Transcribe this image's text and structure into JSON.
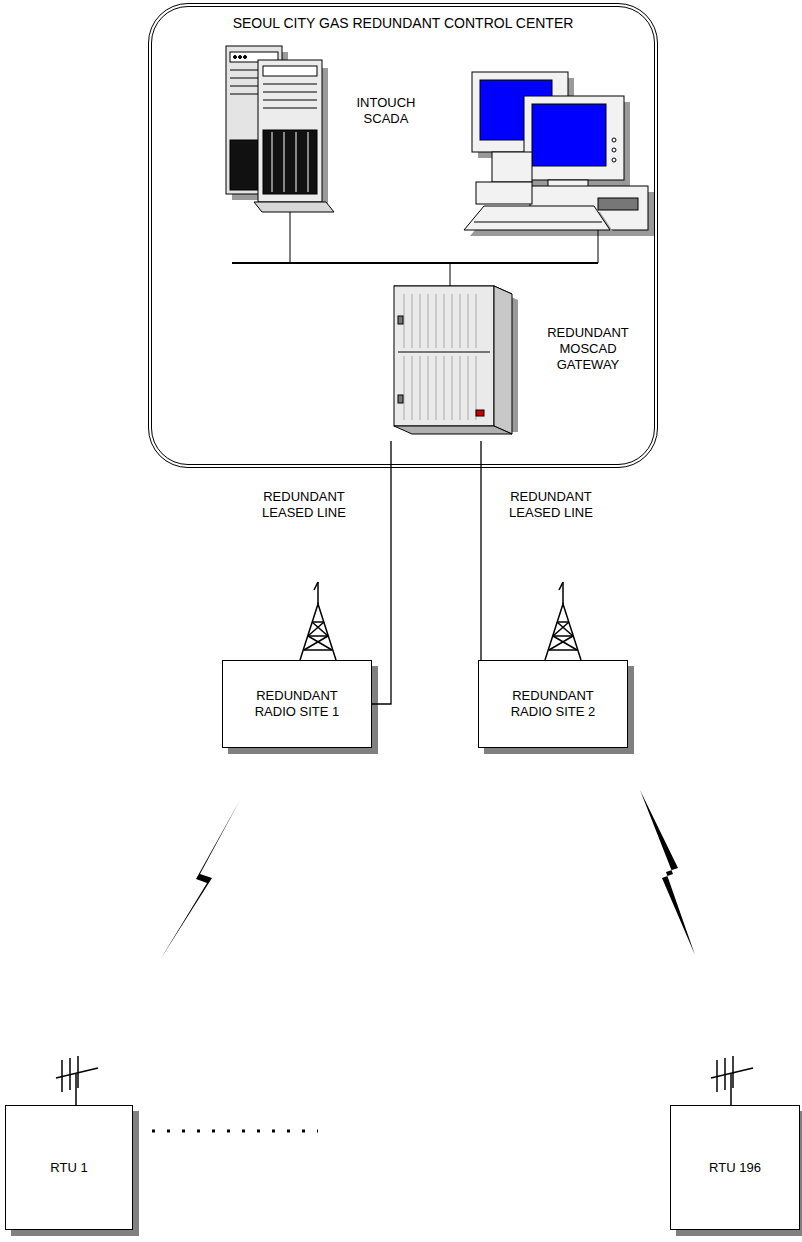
{
  "diagram": {
    "nodes": [
      {
        "text": [
          "SEOUL CITY GAS REDUNDANT CONTROL CENTER"
        ]
      },
      {
        "text": [
          "REDUNDANT MOSCAD GATEWAY"
        ],
        "in": 0
      },
      {
        "text": [
          "REDUNDANT RADIO SITE 1"
        ]
      },
      {
        "text": [
          "REDUNDANT RADIO SITE 2"
        ]
      },
      {
        "text": [
          "RTU 1"
        ]
      },
      {
        "text": [
          "RTU 196"
        ]
      }
    ],
    "edges": [
      {
        "from": 1,
        "to": 2,
        "arrow": "none",
        "label": "REDUNDANT LEASED LINE"
      },
      {
        "from": 1,
        "to": 3,
        "arrow": "none",
        "label": "REDUNDANT LEASED LINE"
      }
    ],
    "labels": [
      "INTOUCH SCADA"
    ]
  }
}
